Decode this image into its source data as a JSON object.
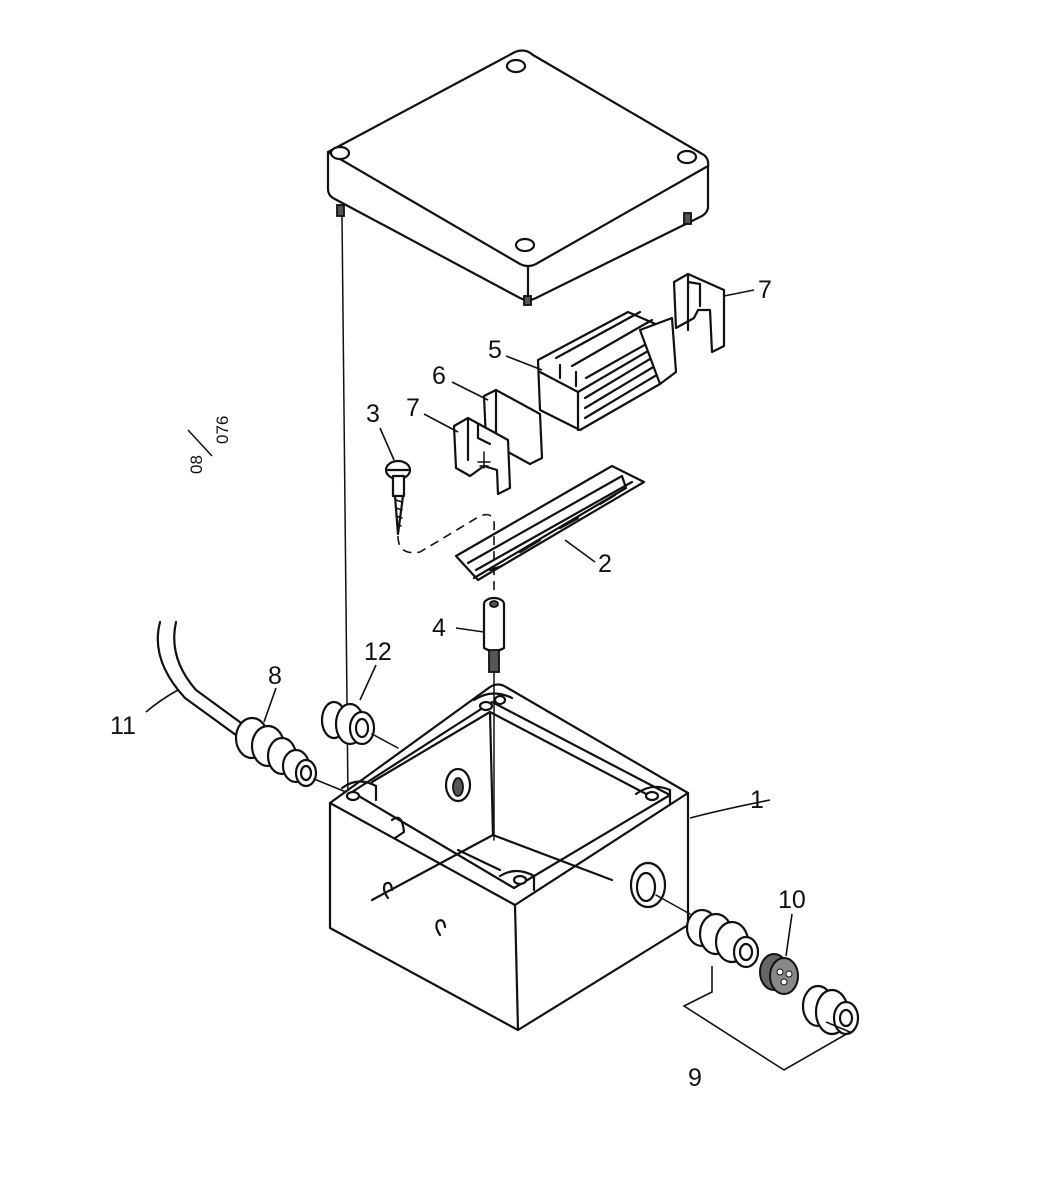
{
  "drawing_ref": {
    "top": "08",
    "bottom": "076"
  },
  "callouts": {
    "c1": "1",
    "c2": "2",
    "c3": "3",
    "c4": "4",
    "c5": "5",
    "c6": "6",
    "c7a": "7",
    "c7b": "7",
    "c8": "8",
    "c9": "9",
    "c10": "10",
    "c11": "11",
    "c12": "12"
  }
}
